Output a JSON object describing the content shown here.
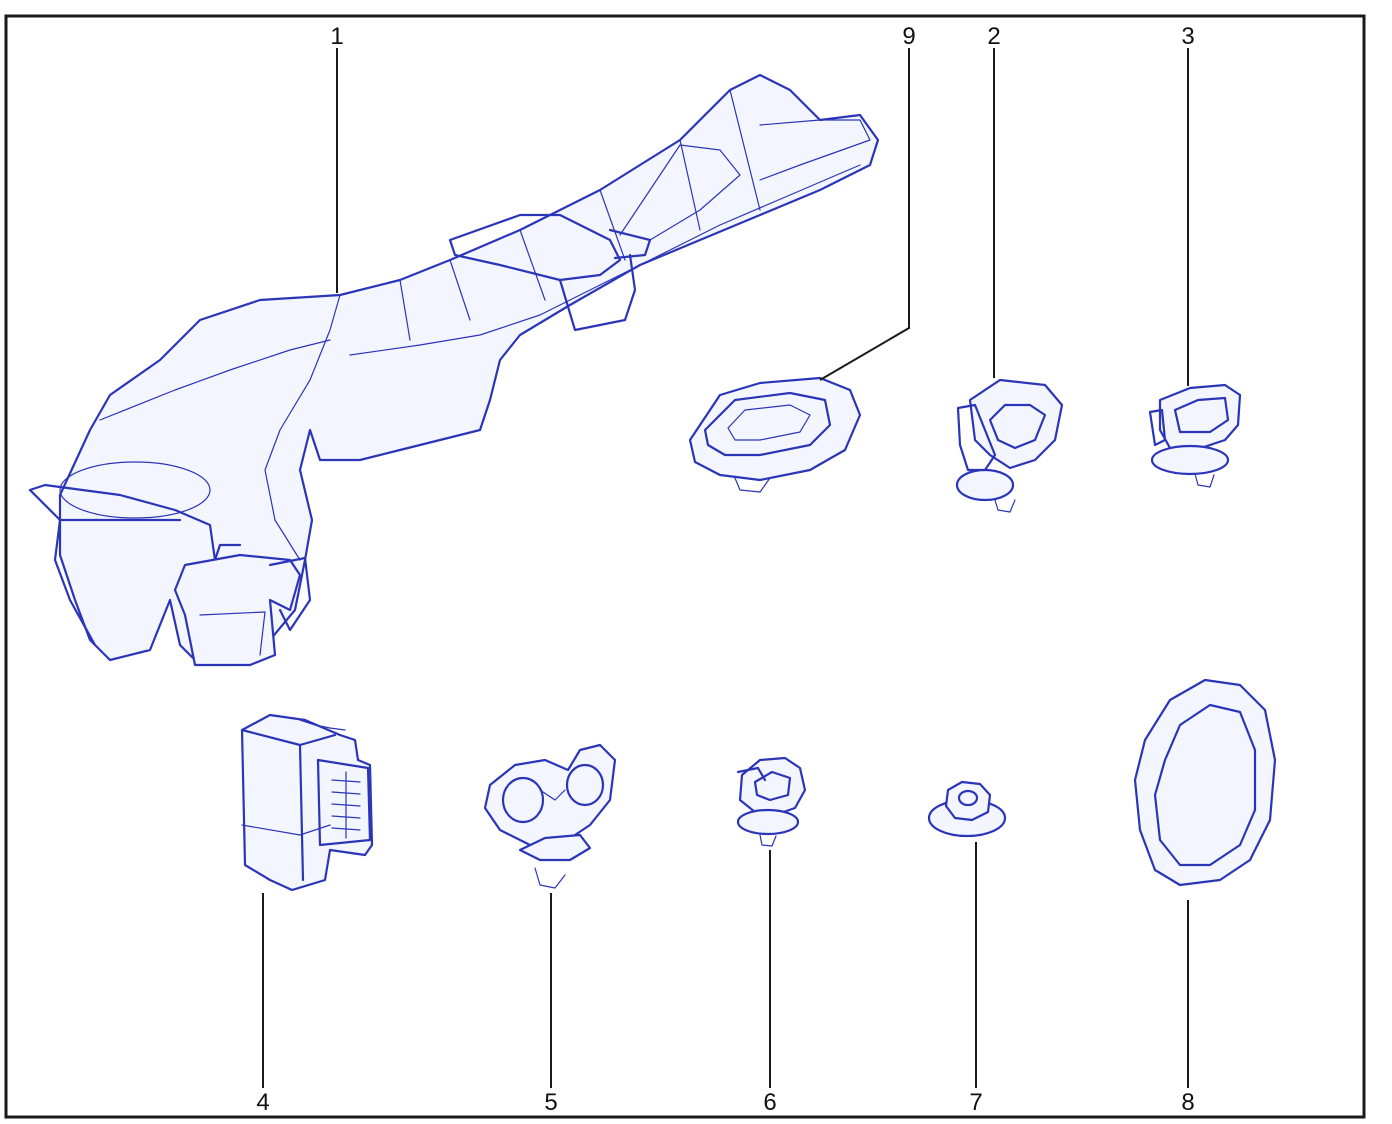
{
  "diagram": {
    "frame_color": "#1a1a1a",
    "line_color": "#2b35b8",
    "callouts": {
      "c1": "1",
      "c2": "2",
      "c3": "3",
      "c4": "4",
      "c5": "5",
      "c6": "6",
      "c7": "7",
      "c8": "8",
      "c9": "9"
    },
    "parts": [
      {
        "number": "1",
        "shape": "harness-channel"
      },
      {
        "number": "2",
        "shape": "oval-clip"
      },
      {
        "number": "3",
        "shape": "rectangular-clip"
      },
      {
        "number": "4",
        "shape": "connector-housing"
      },
      {
        "number": "5",
        "shape": "double-pipe-clip"
      },
      {
        "number": "6",
        "shape": "small-cable-clip"
      },
      {
        "number": "7",
        "shape": "flange-nut"
      },
      {
        "number": "8",
        "shape": "oval-plug"
      },
      {
        "number": "9",
        "shape": "grommet"
      }
    ]
  }
}
